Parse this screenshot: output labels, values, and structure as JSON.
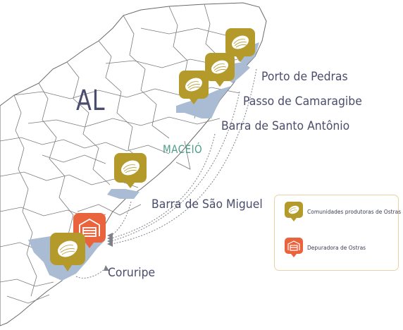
{
  "state_label": "AL",
  "capital_label": "MACEIÓ",
  "locations": [
    {
      "name": "Porto de Pedras",
      "type": "oyster-community"
    },
    {
      "name": "Passo de Camaragibe",
      "type": "oyster-community"
    },
    {
      "name": "Barra de Santo Antônio",
      "type": "oyster-community"
    },
    {
      "name": "Barra de São Miguel",
      "type": "oyster-community"
    },
    {
      "name": "Coruripe",
      "type": "oyster-community-and-depuration"
    }
  ],
  "legend": {
    "items": [
      {
        "label": "Comunidades produtoras de Ostras",
        "icon": "oyster-icon",
        "color": "#b49a2b"
      },
      {
        "label": "Depuradora de Ostras",
        "icon": "depuration-building-icon",
        "color": "#e9643d"
      }
    ]
  },
  "colors": {
    "pin_gold": "#b49a2b",
    "pin_orange": "#e9643d",
    "highlight_area": "#a9bcd4",
    "border_lines": "#6f6f6f",
    "label_text": "#4a4d6c",
    "capital_text": "#4f9c88",
    "legend_border": "#e8d3a4"
  }
}
